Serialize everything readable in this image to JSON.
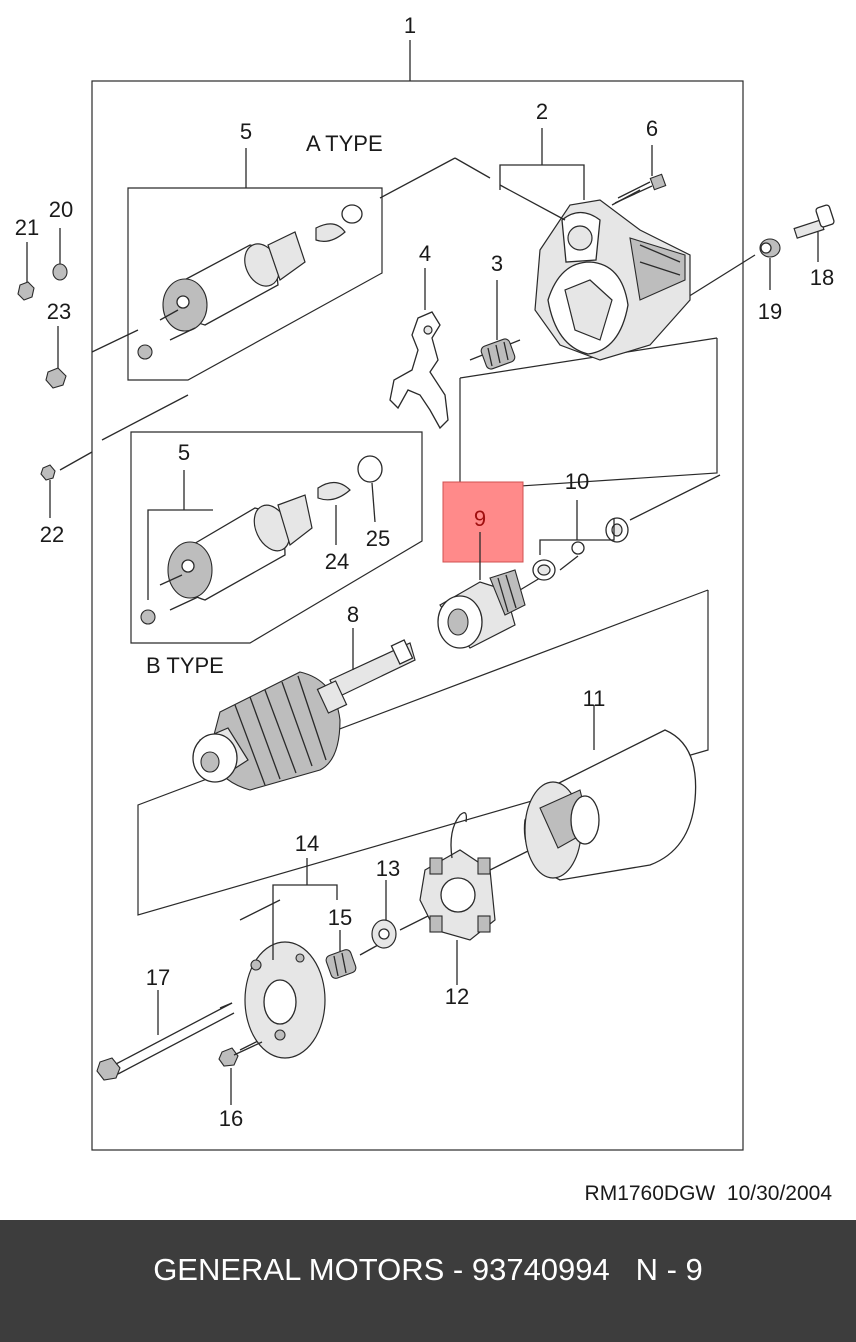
{
  "diagram": {
    "labels": {
      "p1": "1",
      "p2": "2",
      "p3": "3",
      "p4": "4",
      "p5a": "5",
      "p5b": "5",
      "p6": "6",
      "p8": "8",
      "p9": "9",
      "p10": "10",
      "p11": "11",
      "p12": "12",
      "p13": "13",
      "p14": "14",
      "p15": "15",
      "p16": "16",
      "p17": "17",
      "p18": "18",
      "p19": "19",
      "p20": "20",
      "p21": "21",
      "p22": "22",
      "p23": "23",
      "p24": "24",
      "p25": "25"
    },
    "a_type": "A TYPE",
    "b_type": "B TYPE",
    "reference": "RM1760DGW  10/30/2004",
    "highlighted_part": "9",
    "highlight_color": "#ff8a8a"
  },
  "footer": {
    "text": "GENERAL MOTORS - 93740994   N - 9",
    "background": "#3d3d3d"
  }
}
